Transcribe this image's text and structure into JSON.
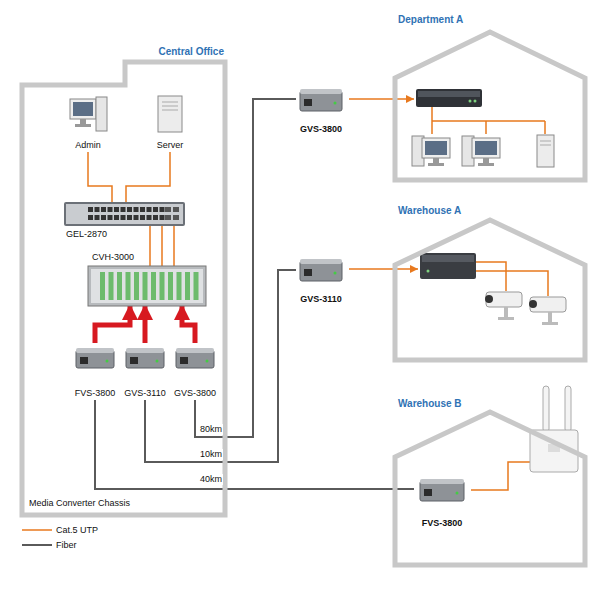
{
  "diagram": {
    "nodes": [
      {
        "text": [
          "Central Office"
        ]
      },
      {
        "text": [
          "Admin"
        ],
        "in": 0
      },
      {
        "text": [
          "Server"
        ],
        "in": 0
      },
      {
        "text": [
          "GEL-2870"
        ],
        "in": 0
      },
      {
        "text": [
          "CVH-3000"
        ],
        "in": 0
      },
      {
        "text": [
          "FVS-3800"
        ],
        "in": 0
      },
      {
        "text": [
          "GVS-3110"
        ],
        "in": 0
      },
      {
        "text": [
          "GVS-3800"
        ],
        "in": 0
      },
      {
        "text": [
          "Department A"
        ]
      },
      {
        "text": [
          "GVS-3800"
        ]
      },
      {
        "text": [
          "Warehouse A"
        ]
      },
      {
        "text": [
          "GVS-3110"
        ]
      },
      {
        "text": [
          "Warehouse B"
        ]
      },
      {
        "text": [
          "FVS-3800"
        ],
        "in": 12
      }
    ],
    "edges": [
      {
        "from": 1,
        "to": 3,
        "arrow": "none"
      },
      {
        "from": 2,
        "to": 3,
        "arrow": "none"
      },
      {
        "from": 3,
        "to": 4,
        "arrow": "none"
      },
      {
        "from": 3,
        "to": 4,
        "arrow": "none"
      },
      {
        "from": 3,
        "to": 4,
        "arrow": "none"
      },
      {
        "from": 5,
        "to": 4,
        "arrow": "to"
      },
      {
        "from": 6,
        "to": 4,
        "arrow": "to"
      },
      {
        "from": 7,
        "to": 4,
        "arrow": "to"
      },
      {
        "from": 5,
        "to": 13,
        "label": "40km",
        "arrow": "none"
      },
      {
        "from": 6,
        "to": 11,
        "label": "10km",
        "arrow": "none"
      },
      {
        "from": 7,
        "to": 9,
        "label": "80km",
        "arrow": "none"
      }
    ],
    "labels": [
      "Media Converter Chassis"
    ],
    "legend": [
      {
        "text": "Cat.5 UTP"
      },
      {
        "text": "Fiber"
      }
    ]
  }
}
